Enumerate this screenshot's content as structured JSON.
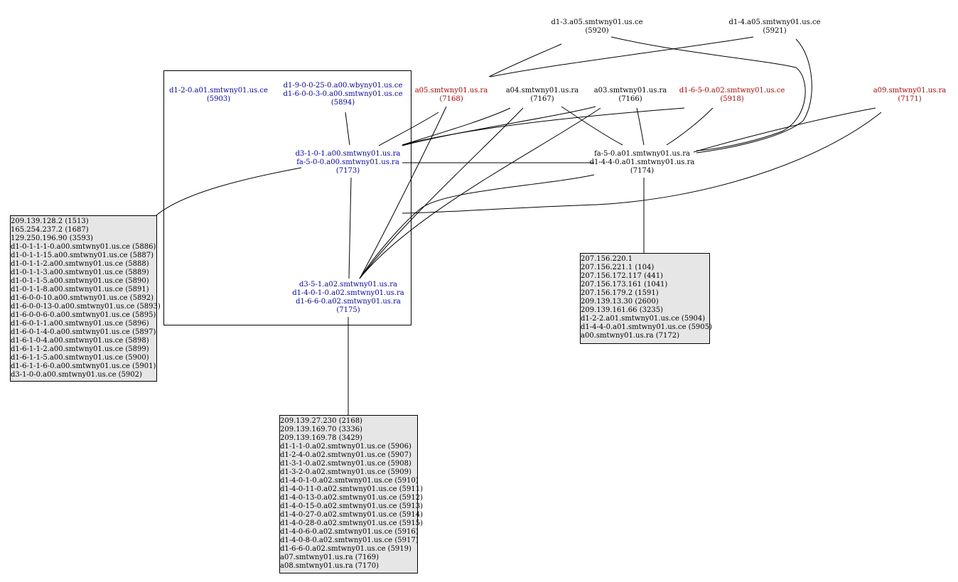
{
  "nodes": {
    "n5920": {
      "lines": [
        "d1-3.a05.smtwny01.us.ce",
        "(5920)"
      ],
      "color": "black"
    },
    "n5921": {
      "lines": [
        "d1-4.a05.smtwny01.us.ce",
        "(5921)"
      ],
      "color": "black"
    },
    "n5903": {
      "lines": [
        "d1-2-0.a01.smtwny01.us.ce",
        "(5903)"
      ],
      "color": "blue"
    },
    "n5894": {
      "lines": [
        "d1-9-0-0-25-0.a00.wbyny01.us.ce",
        "d1-6-0-0-3-0.a00.smtwny01.us.ce",
        "(5894)"
      ],
      "color": "blue"
    },
    "n7168": {
      "lines": [
        "a05.smtwny01.us.ra",
        "(7168)"
      ],
      "color": "red"
    },
    "n7167": {
      "lines": [
        "a04.smtwny01.us.ra",
        "(7167)"
      ],
      "color": "black"
    },
    "n7166": {
      "lines": [
        "a03.smtwny01.us.ra",
        "(7166)"
      ],
      "color": "black"
    },
    "n5918": {
      "lines": [
        "d1-6-5-0.a02.smtwny01.us.ce",
        "(5918)"
      ],
      "color": "red"
    },
    "n7171": {
      "lines": [
        "a09.smtwny01.us.ra",
        "(7171)"
      ],
      "color": "red"
    },
    "n7173": {
      "lines": [
        "d3-1-0-1.a00.smtwny01.us.ra",
        "fa-5-0-0.a00.smtwny01.us.ra",
        "(7173)"
      ],
      "color": "blue"
    },
    "n7174": {
      "lines": [
        "fa-5-0.a01.smtwny01.us.ra",
        "d1-4-4-0.a01.smtwny01.us.ra",
        "(7174)"
      ],
      "color": "black"
    },
    "n7175": {
      "lines": [
        "d3-5-1.a02.smtwny01.us.ra",
        "d1-4-0-1-0.a02.smtwny01.us.ra",
        "d1-6-6-0.a02.smtwny01.us.ra",
        "(7175)"
      ],
      "color": "blue"
    }
  },
  "boxes": {
    "left": [
      "209.139.128.2 (1513)",
      "165.254.237.2 (1687)",
      "129.250.196.90 (3593)",
      "d1-0-1-1-1-0.a00.smtwny01.us.ce (5886)",
      "d1-0-1-1-15.a00.smtwny01.us.ce (5887)",
      "d1-0-1-1-2.a00.smtwny01.us.ce (5888)",
      "d1-0-1-1-3.a00.smtwny01.us.ce (5889)",
      "d1-0-1-1-5.a00.smtwny01.us.ce (5890)",
      "d1-0-1-1-8.a00.smtwny01.us.ce (5891)",
      "d1-6-0-0-10.a00.smtwny01.us.ce (5892)",
      "d1-6-0-0-13-0.a00.smtwny01.us.ce (5893)",
      "d1-6-0-0-6-0.a00.smtwny01.us.ce (5895)",
      "d1-6-0-1-1.a00.smtwny01.us.ce (5896)",
      "d1-6-0-1-4-0.a00.smtwny01.us.ce (5897)",
      "d1-6-1-0-4.a00.smtwny01.us.ce (5898)",
      "d1-6-1-1-2.a00.smtwny01.us.ce (5899)",
      "d1-6-1-1-5.a00.smtwny01.us.ce (5900)",
      "d1-6-1-1-6-0.a00.smtwny01.us.ce (5901)",
      "d3-1-0-0.a00.smtwny01.us.ce (5902)"
    ],
    "right": [
      "207.156.220.1",
      "207.156.221.1 (104)",
      "207.156.172.117 (441)",
      "207.156.173.161 (1041)",
      "207.156.179.2 (1591)",
      "209.139.13.30 (2600)",
      "209.139.161.66 (3235)",
      "d1-2-2.a01.smtwny01.us.ce (5904)",
      "d1-4-4-0.a01.smtwny01.us.ce (5905)",
      "a00.smtwny01.us.ra (7172)"
    ],
    "bottom": [
      "209.139.27.230 (2168)",
      "209.139.169.70 (3336)",
      "209.139.169.78 (3429)",
      "d1-1-1-0.a02.smtwny01.us.ce (5906)",
      "d1-2-4-0.a02.smtwny01.us.ce (5907)",
      "d1-3-1-0.a02.smtwny01.us.ce (5908)",
      "d1-3-2-0.a02.smtwny01.us.ce (5909)",
      "d1-4-0-1-0.a02.smtwny01.us.ce (5910)",
      "d1-4-0-11-0.a02.smtwny01.us.ce (5911)",
      "d1-4-0-13-0.a02.smtwny01.us.ce (5912)",
      "d1-4-0-15-0.a02.smtwny01.us.ce (5913)",
      "d1-4-0-27-0.a02.smtwny01.us.ce (5914)",
      "d1-4-0-28-0.a02.smtwny01.us.ce (5915)",
      "d1-4-0-6-0.a02.smtwny01.us.ce (5916)",
      "d1-4-0-8-0.a02.smtwny01.us.ce (5917)",
      "d1-6-6-0.a02.smtwny01.us.ce (5919)",
      "a07.smtwny01.us.ra (7169)",
      "a08.smtwny01.us.ra (7170)"
    ]
  },
  "colors": {
    "blue_label": "#0000cc",
    "red_label": "#cc0000",
    "box_fill": "#e6e6e6",
    "edge": "#000000"
  }
}
